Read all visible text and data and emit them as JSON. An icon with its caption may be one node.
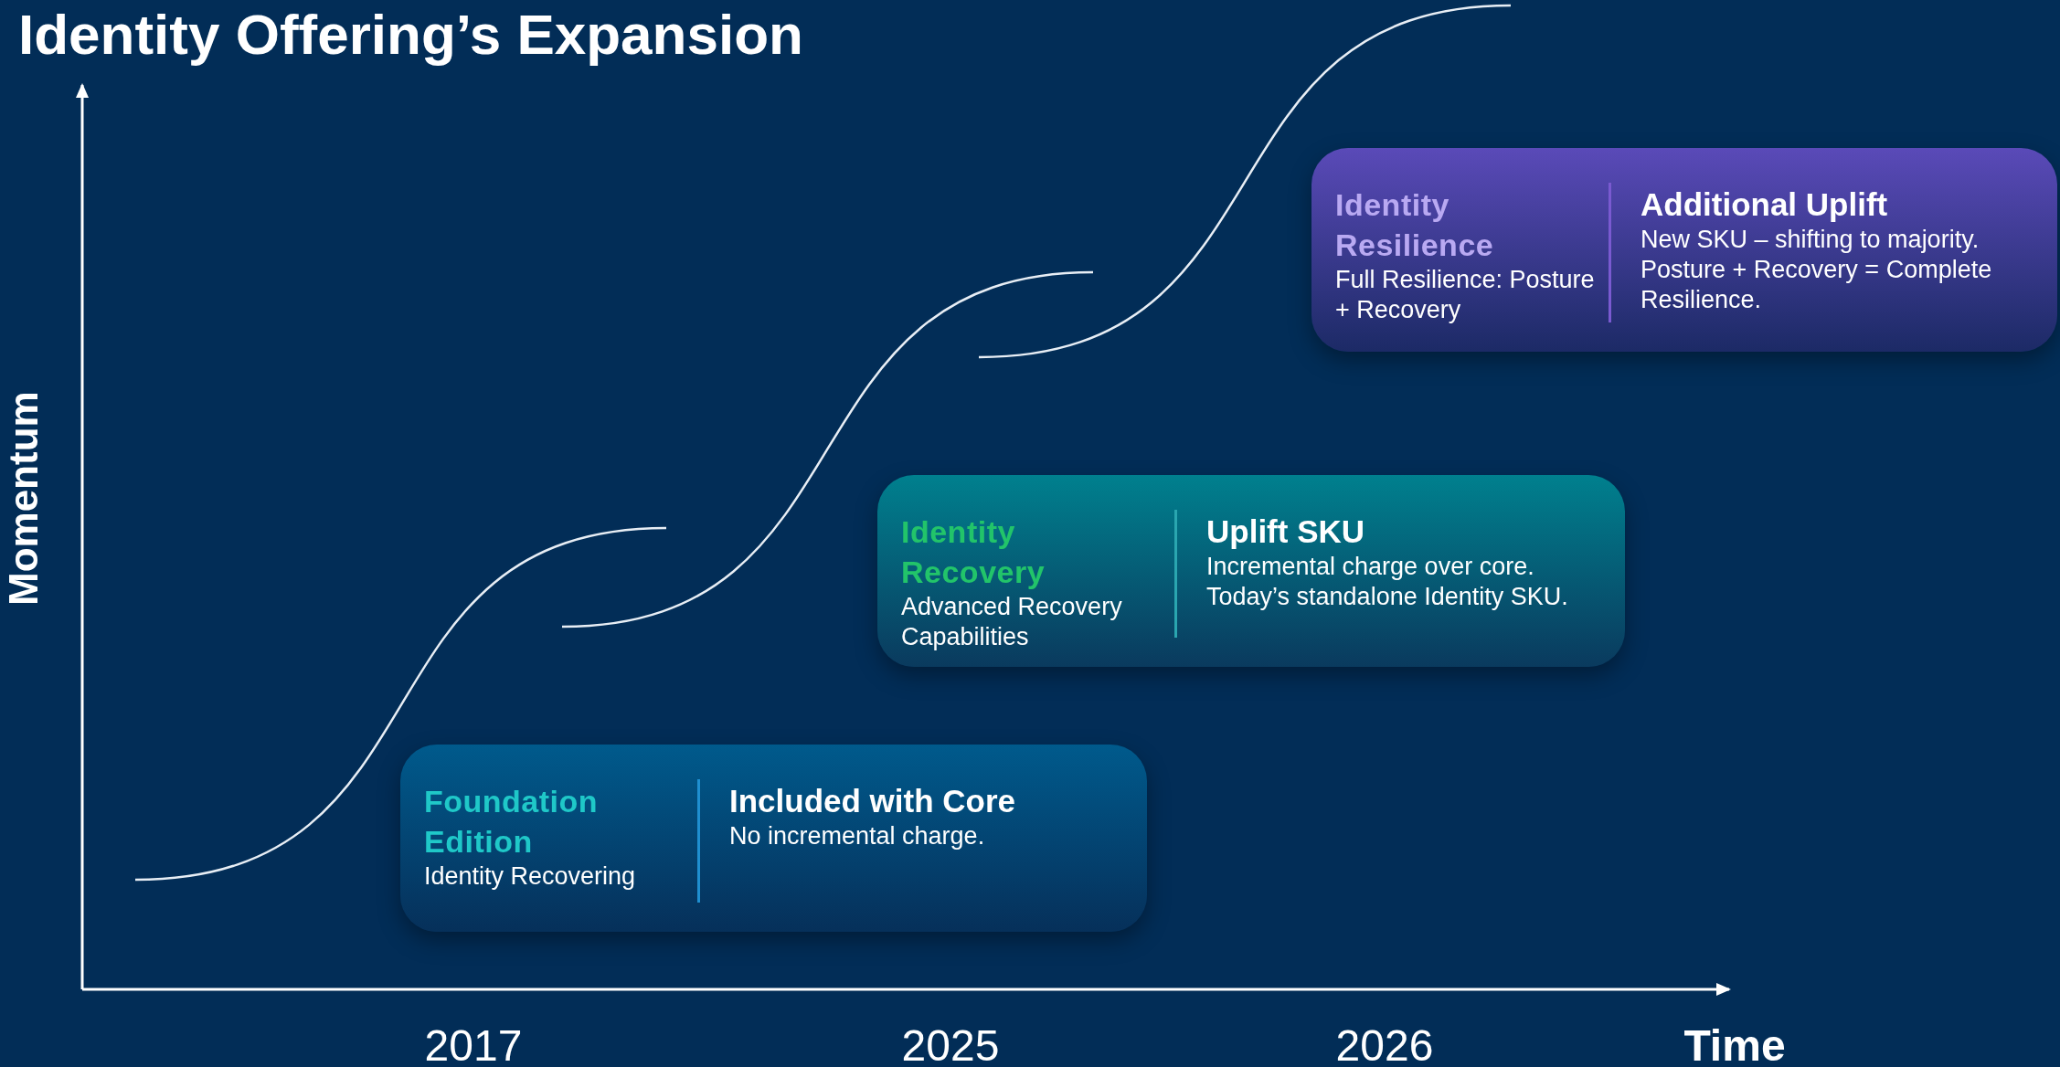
{
  "diagram": {
    "title": "Identity Offering’s Expansion",
    "nodes": [
      {
        "text": [
          "Foundation Edition",
          "Identity Recovering",
          "Included with Core",
          "No incremental charge."
        ]
      },
      {
        "text": [
          "Identity Recovery",
          "Advanced Recovery Capabilities",
          "Uplift SKU",
          "Incremental charge over core. Today’s standalone Identity SKU."
        ]
      },
      {
        "text": [
          "Identity Resilience",
          "Full Resilience: Posture + Recovery",
          "Additional Uplift",
          "New SKU – shifting to majority. Posture + Recovery = Complete Resilience."
        ]
      }
    ],
    "edges": [],
    "labels": [
      "Momentum",
      "2017",
      "2025",
      "2026",
      "Time"
    ]
  }
}
